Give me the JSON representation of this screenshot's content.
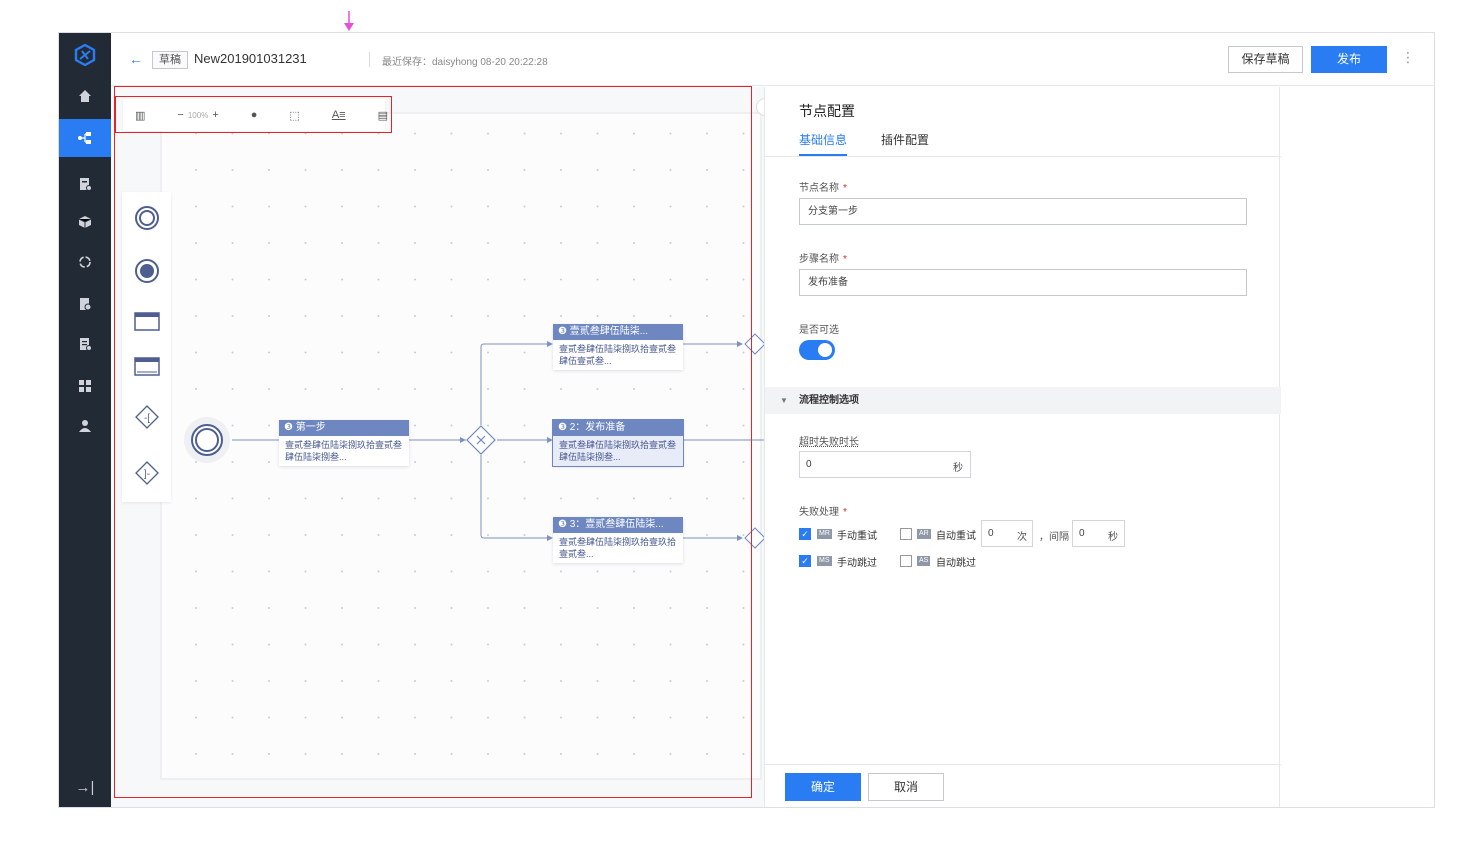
{
  "header": {
    "back_icon": "arrow-left-icon",
    "status_tag": "草稿",
    "title": "New201901031231",
    "last_saved": "最近保存：daisyhong 08-20 20:22:28",
    "save_draft_label": "保存草稿",
    "publish_label": "发布",
    "more_icon": "more-vertical-icon"
  },
  "toolbar": {
    "zoom_label": "100%",
    "minus": "−",
    "plus": "+",
    "items": [
      "map-icon",
      "zoom-out-icon",
      "zoom-in-icon",
      "globe-icon",
      "select-icon",
      "text-format-icon",
      "keyboard-icon"
    ]
  },
  "flow": {
    "start": "start-event",
    "step1": {
      "title": "❸ 第一步",
      "body": "壹贰叁肆伍陆柒捌玖拾壹贰叁肆伍陆柒捌叁..."
    },
    "branch_a": {
      "title": "❸ 壹贰叁肆伍陆柒...",
      "body": "壹贰叁肆伍陆柒捌玖拾壹贰叁肆伍壹贰叁..."
    },
    "branch_b": {
      "title": "❸ 2：发布准备",
      "body": "壹贰叁肆伍陆柒捌玖拾壹贰叁肆伍陆柒捌叁..."
    },
    "branch_c": {
      "title": "❸ 3：壹贰叁肆伍陆柒...",
      "body": "壹贰叁肆伍陆柒捌玖拾壹玖拾壹贰叁..."
    }
  },
  "panel": {
    "title": "节点配置",
    "tabs": [
      "基础信息",
      "插件配置"
    ],
    "node_name_label": "节点名称",
    "node_name_value": "分支第一步",
    "step_name_label": "步骤名称",
    "step_name_value": "发布准备",
    "optional_label": "是否可选",
    "optional_on": true,
    "section_label": "流程控制选项",
    "timeout_label": "超时失败时长",
    "timeout_value": "0",
    "timeout_unit": "秒",
    "failure_label": "失败处理",
    "required_mark": "*",
    "options": {
      "manual_retry": {
        "chip": "MR",
        "label": "手动重试",
        "checked": true
      },
      "auto_retry": {
        "chip": "AR",
        "label": "自动重试",
        "checked": false,
        "count": "0",
        "count_unit": "次",
        "interval_label": "，间隔",
        "interval": "0",
        "interval_unit": "秒"
      },
      "manual_skip": {
        "chip": "MS",
        "label": "手动跳过",
        "checked": true
      },
      "auto_skip": {
        "chip": "AS",
        "label": "自动跳过",
        "checked": false
      }
    },
    "confirm_label": "确定",
    "cancel_label": "取消"
  },
  "colors": {
    "nav_bg": "#222a36",
    "accent": "#2a7cf2",
    "node_header": "#6e87c1",
    "annotation": "#e0262a",
    "marker": "#e84fd9"
  }
}
